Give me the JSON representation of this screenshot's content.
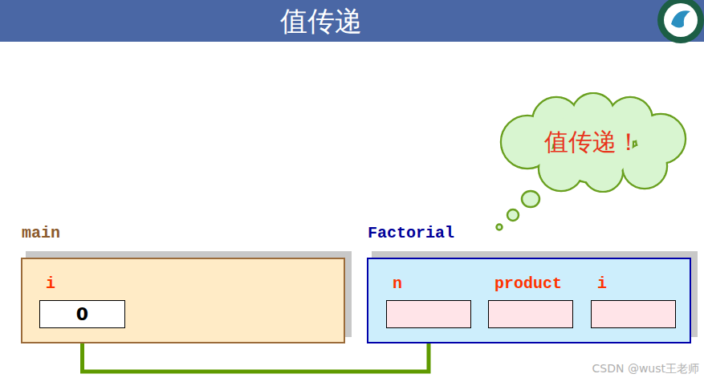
{
  "diagram": {
    "title": "值传递",
    "nodes": [
      {
        "text": [
          "值传递！"
        ]
      },
      {
        "text": [
          "main"
        ]
      },
      {
        "text": [
          "i",
          "0"
        ],
        "in": 1
      },
      {
        "text": [
          "Factorial"
        ]
      },
      {
        "text": [
          "n"
        ],
        "in": 3
      },
      {
        "text": [
          "product"
        ],
        "in": 3
      },
      {
        "text": [
          "i"
        ],
        "in": 3
      }
    ],
    "edges": [
      {
        "from": 2,
        "to": 4,
        "arrow": "to"
      }
    ],
    "labels": [
      "CSDN @wust王老师"
    ]
  }
}
